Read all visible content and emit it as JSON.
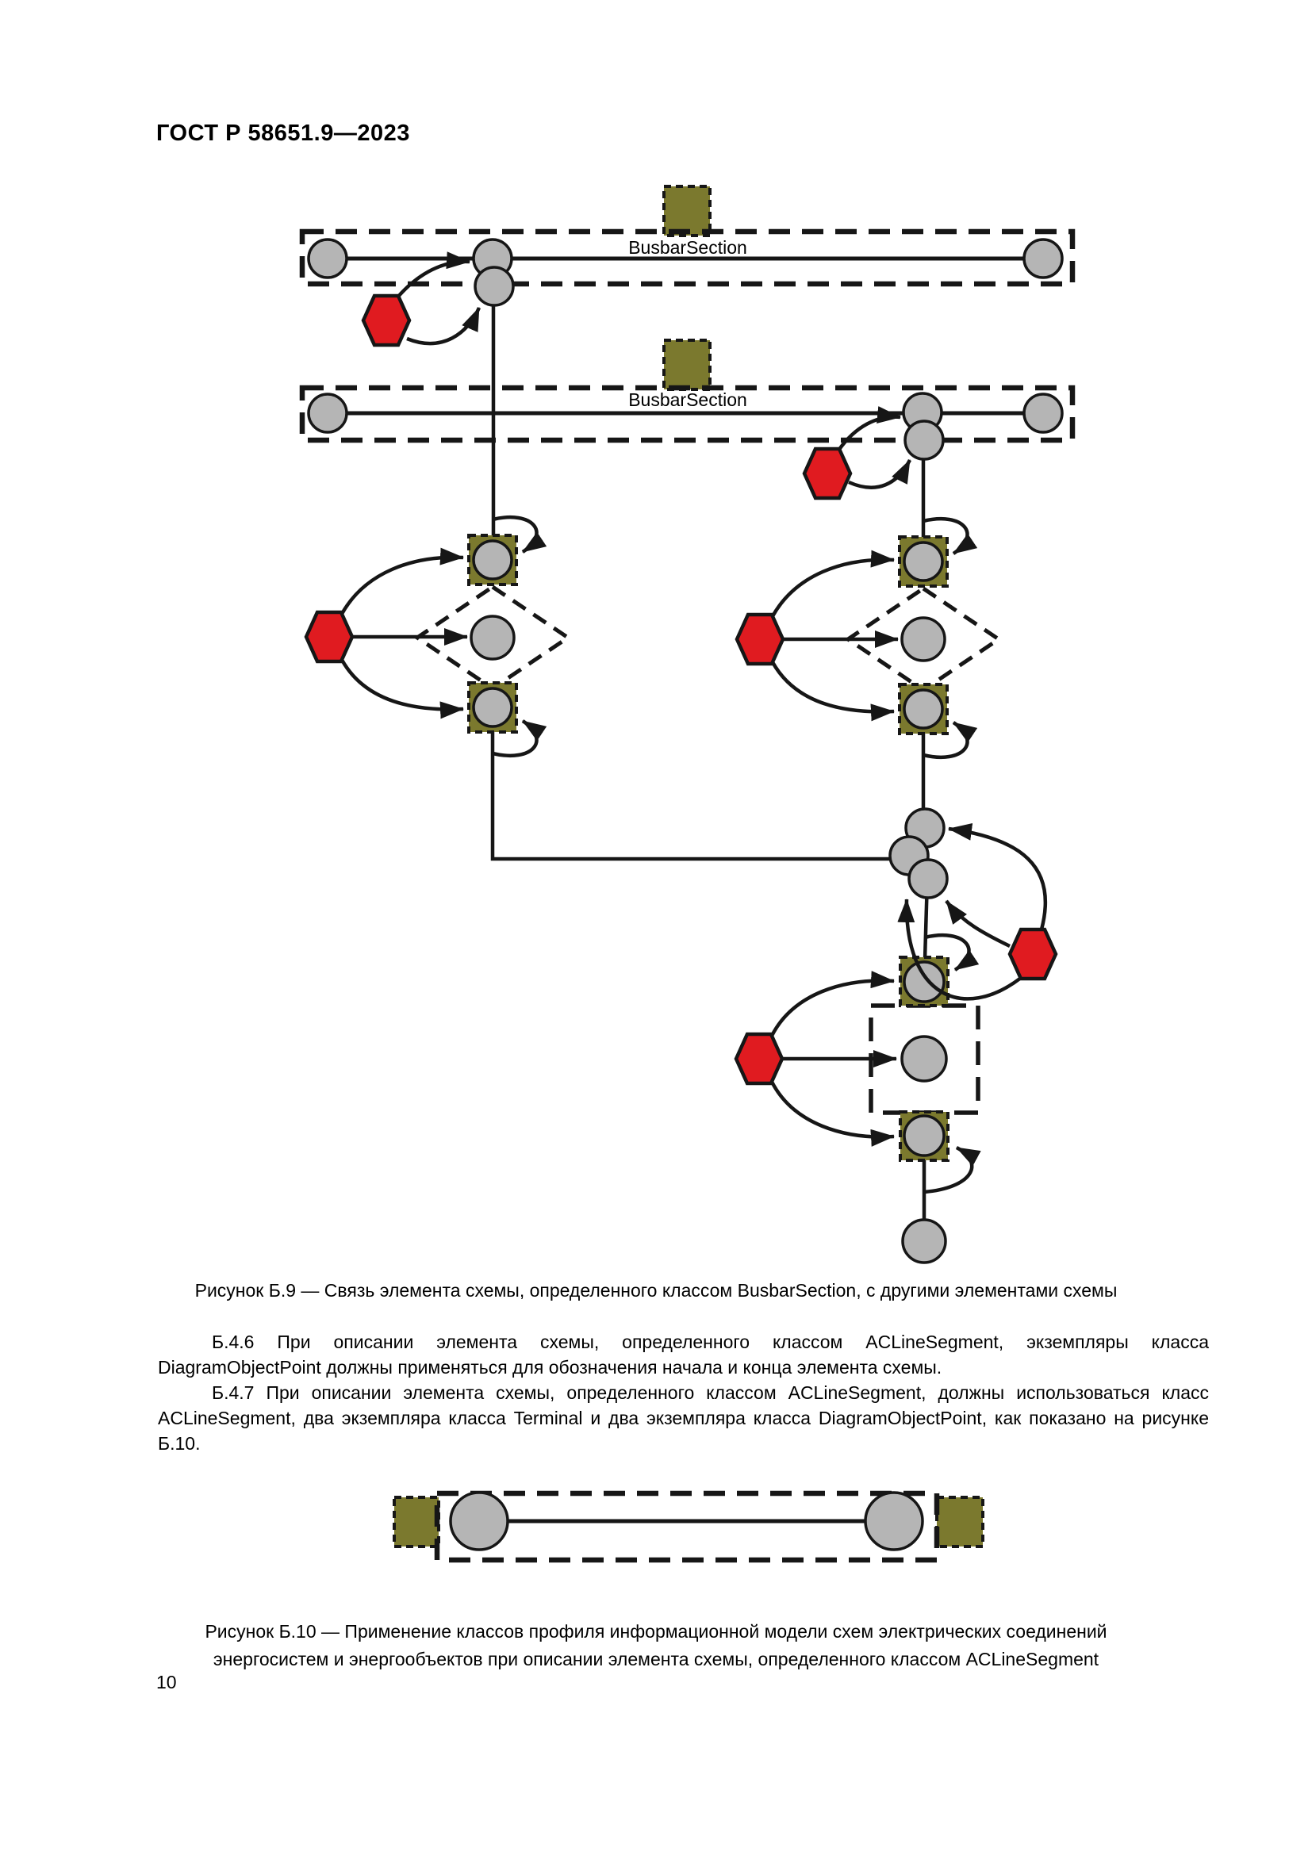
{
  "page": {
    "header": "ГОСТ Р 58651.9—2023",
    "page_number": "10"
  },
  "colors": {
    "ink": "#161616",
    "olive": "#7b792e",
    "node_gray": "#b5b5b5",
    "hex_red": "#e01b20"
  },
  "figure_b9": {
    "busbar1_label": "BusbarSection",
    "busbar2_label": "BusbarSection",
    "caption": "Рисунок Б.9 — Связь элемента схемы, определенного классом BusbarSection, с другими элементами схемы"
  },
  "body": {
    "p_b46": "Б.4.6 При описании элемента схемы, определенного классом ACLineSegment, экземпляры класса DiagramObjectPoint должны применяться для обозначения начала и конца элемента схемы.",
    "p_b47": "Б.4.7 При описании элемента схемы, определенного классом ACLineSegment, должны использоваться класс ACLineSegment, два экземпляра класса Terminal и два экземпляра класса DiagramObjectPoint, как показано на рисунке Б.10."
  },
  "figure_b10": {
    "caption": "Рисунок Б.10 — Применение классов профиля информационной модели схем электрических соединений энергосистем и энергообъектов при описании элемента схемы, определенного классом ACLineSegment"
  }
}
